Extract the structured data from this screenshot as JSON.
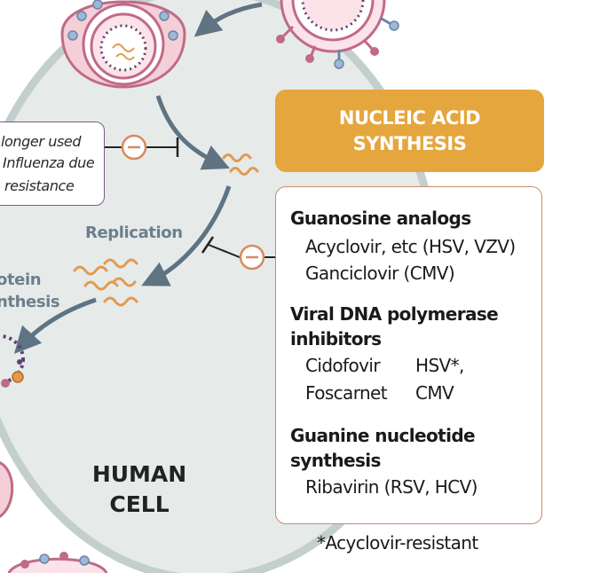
{
  "title_lines": [
    "NUCLEIC ACID",
    "SYNTHESIS"
  ],
  "sections": [
    {
      "heading_lines": [
        "Guanosine analogs"
      ],
      "items": [
        "Acyclovir, etc (HSV, VZV)",
        "Ganciclovir (CMV)"
      ]
    },
    {
      "heading_lines": [
        "Viral DNA polymerase",
        "inhibitors"
      ],
      "items": [
        "Cidofovir",
        "Foscarnet"
      ],
      "bracket_lines": [
        "HSV*,",
        "CMV"
      ]
    },
    {
      "heading_lines": [
        "Guanine nucleotide",
        "synthesis"
      ],
      "items": [
        "Ribavirin (RSV, HCV)"
      ]
    }
  ],
  "footnote": "*Acyclovir-resistant",
  "left_note_lines": [
    "longer used",
    "Influenza due",
    "resistance"
  ],
  "labels": {
    "replication": "Replication",
    "protein_lines": [
      "otein",
      "nthesis"
    ],
    "human_cell_lines": [
      "HUMAN",
      "CELL"
    ]
  },
  "colors": {
    "title_bg": "#e5a63e",
    "box_border": "#c98b6a",
    "cell_fill": "#e6ebea",
    "cell_membrane": "#c3cfcd",
    "inhibit_symbol": "#d98a5e",
    "virus_pink": "#c06a88",
    "virus_purple": "#5e3f74",
    "rna_orange": "#e39a4e",
    "arrow": "#5f7382"
  }
}
